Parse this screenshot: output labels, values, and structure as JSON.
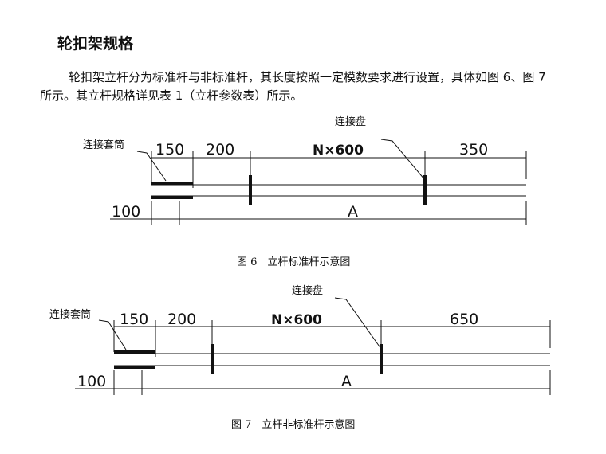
{
  "heading": "轮扣架规格",
  "paragraph": "轮扣架立杆分为标准杆与非标准杆，其长度按照一定模数要求进行设置，具体如图 6、图 7 所示。其立杆规格详见表 1（立杆参数表）所示。",
  "figure6": {
    "sleeve_label": "连接套筒",
    "disk_label": "连接盘",
    "dim_150": "150",
    "dim_200": "200",
    "dim_n600": "N×600",
    "dim_end": "350",
    "dim_100": "100",
    "dim_a": "A",
    "caption": "图 6　立杆标准杆示意图"
  },
  "figure7": {
    "sleeve_label": "连接套筒",
    "disk_label": "连接盘",
    "dim_150": "150",
    "dim_200": "200",
    "dim_n600": "N×600",
    "dim_end": "650",
    "dim_100": "100",
    "dim_a": "A",
    "caption": "图 7　立杆非标准杆示意图"
  }
}
